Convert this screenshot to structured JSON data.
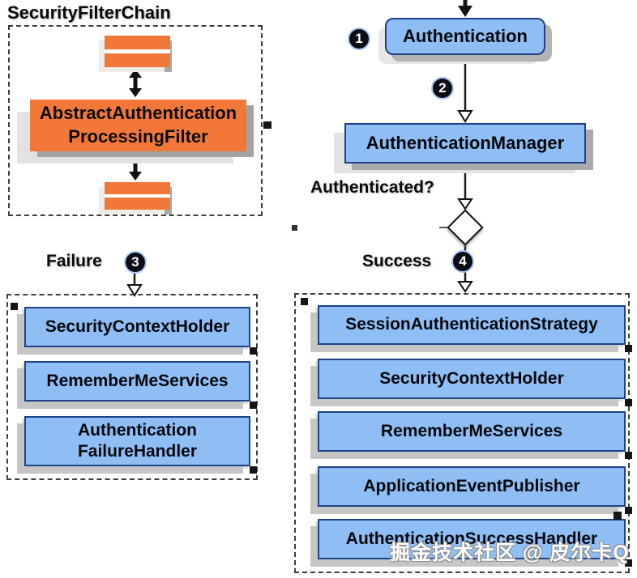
{
  "colors": {
    "filter_orange": "#F2783A",
    "box_blue_fill": "#8EBEF4",
    "box_blue_border": "#1D4289",
    "dashed_border": "#3D3D3D"
  },
  "filter_chain_group": {
    "title": "SecurityFilterChain",
    "filter_line1": "AbstractAuthentication",
    "filter_line2": "ProcessingFilter"
  },
  "flow": {
    "step_1": "1",
    "step_2": "2",
    "step_3": "3",
    "step_4": "4",
    "authentication_box": "Authentication",
    "authentication_manager_box": "AuthenticationManager",
    "authenticated_question": "Authenticated?",
    "failure_label": "Failure",
    "success_label": "Success"
  },
  "failure_group": {
    "items": [
      "SecurityContextHolder",
      "RememberMeServices",
      "Authentication FailureHandler"
    ]
  },
  "success_group": {
    "items": [
      "SessionAuthenticationStrategy",
      "SecurityContextHolder",
      "RememberMeServices",
      "ApplicationEventPublisher",
      "AuthenticationSuccessHandler"
    ]
  },
  "watermark": "掘金技术社区 @ 皮尔卡Q"
}
